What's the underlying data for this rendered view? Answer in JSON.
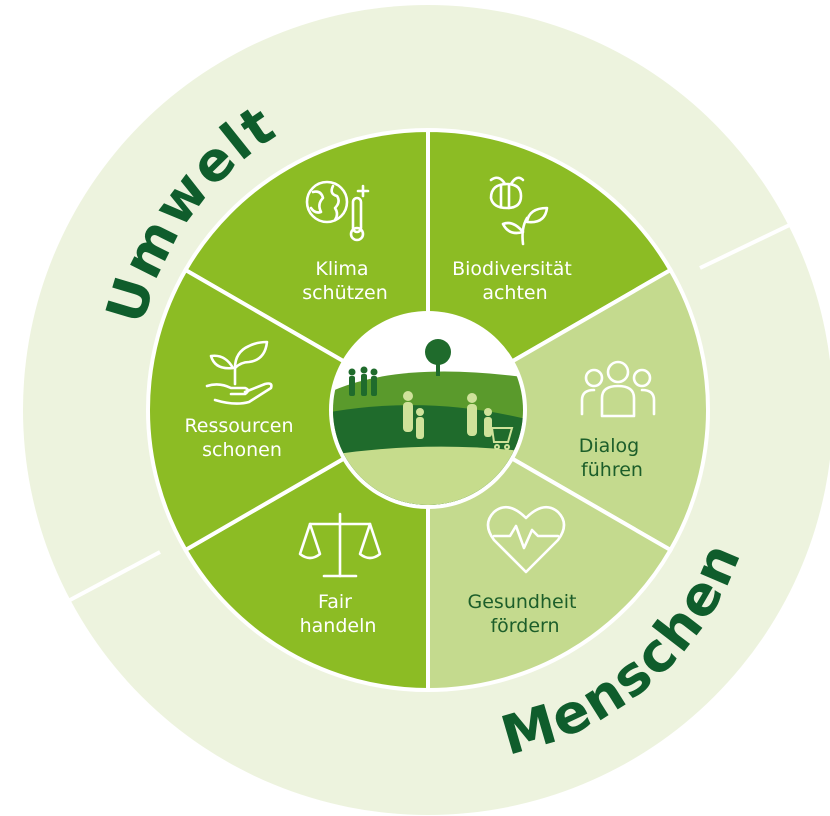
{
  "ring": {
    "top_label": "Umwelt",
    "bottom_label": "Menschen"
  },
  "segments": [
    {
      "id": "klima",
      "line1": "Klima",
      "line2": "schützen",
      "icon": "globe-thermometer-icon"
    },
    {
      "id": "biodiversitaet",
      "line1": "Biodiversität",
      "line2": "achten",
      "icon": "bee-plant-icon"
    },
    {
      "id": "dialog",
      "line1": "Dialog",
      "line2": "führen",
      "icon": "people-group-icon"
    },
    {
      "id": "gesundheit",
      "line1": "Gesundheit",
      "line2": "fördern",
      "icon": "heart-pulse-icon"
    },
    {
      "id": "fair",
      "line1": "Fair",
      "line2": "handeln",
      "icon": "scales-icon"
    },
    {
      "id": "ressourcen",
      "line1": "Ressourcen",
      "line2": "schonen",
      "icon": "hand-seedling-icon"
    }
  ],
  "colors": {
    "ring": "#edf3de",
    "umwelt_segment": "#8cbc24",
    "menschen_segment": "#c4da8e",
    "text_dark": "#0f5d2c"
  }
}
